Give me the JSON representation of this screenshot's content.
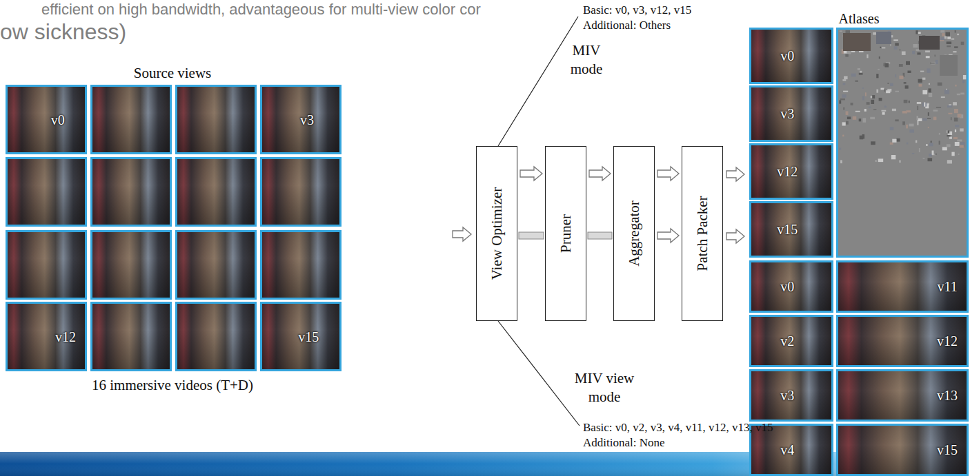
{
  "diagram": {
    "nodes": [
      {
        "text": [
          "v0"
        ]
      },
      {
        "text": [
          "v3"
        ]
      },
      {
        "text": [
          "v12"
        ]
      },
      {
        "text": [
          "v15"
        ]
      },
      {
        "text": [
          "View Optimizer"
        ]
      },
      {
        "text": [
          "Pruner"
        ]
      },
      {
        "text": [
          "Aggregator"
        ]
      },
      {
        "text": [
          "Patch Packer"
        ]
      },
      {
        "text": [
          "v0"
        ]
      },
      {
        "text": [
          "v3"
        ]
      },
      {
        "text": [
          "v12"
        ]
      },
      {
        "text": [
          "v15"
        ]
      },
      {
        "text": [
          "v0"
        ]
      },
      {
        "text": [
          "v11"
        ]
      },
      {
        "text": [
          "v2"
        ]
      },
      {
        "text": [
          "v12"
        ]
      },
      {
        "text": [
          "v3"
        ]
      },
      {
        "text": [
          "v13"
        ]
      },
      {
        "text": [
          "v4"
        ]
      },
      {
        "text": [
          "v15"
        ]
      }
    ],
    "edges": [
      {
        "from": 4,
        "to": 5,
        "arrow": "to"
      },
      {
        "from": 5,
        "to": 6,
        "arrow": "to"
      },
      {
        "from": 6,
        "to": 7,
        "arrow": "to"
      }
    ],
    "labels": [
      "efficient on high bandwidth, advantageous for multi-view color cor",
      "ow sickness)",
      "Atlases",
      "Source views",
      "16 immersive videos (T+D)",
      "Basic: v0, v3, v12, v15",
      "Additional: Others",
      "MIV mode",
      "MIV view mode",
      "Basic: v0, v2, v3, v4, v11, v12, v13, v15",
      "Additional: None"
    ]
  }
}
